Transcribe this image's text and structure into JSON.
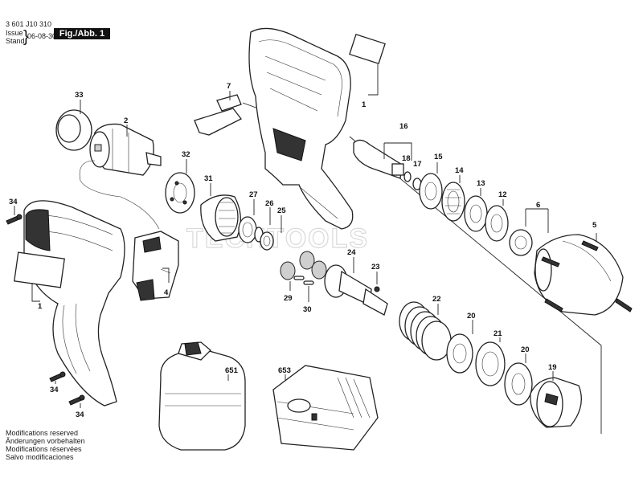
{
  "header": {
    "doc_number": "3 601 J10 310",
    "issue_label": "Issue",
    "stand_label": "Stand",
    "date": "06-08-30",
    "figure_label": "Fig./Abb. 1"
  },
  "watermark": "TECHTOOLS",
  "footer": {
    "lines": [
      "Modifications reserved",
      "Änderungen vorbehalten",
      "Modifications réservées",
      "Salvo modificaciones"
    ]
  },
  "part_numbers": {
    "p1_housing_right": "1",
    "p1_housing_left": "1",
    "p2": "2",
    "p4": "4",
    "p5": "5",
    "p6": "6",
    "p7": "7",
    "p12": "12",
    "p13": "13",
    "p14": "14",
    "p15": "15",
    "p16": "16",
    "p17": "17",
    "p18": "18",
    "p19": "19",
    "p20a": "20",
    "p20b": "20",
    "p21": "21",
    "p22": "22",
    "p23": "23",
    "p24": "24",
    "p25": "25",
    "p26": "26",
    "p27": "27",
    "p29": "29",
    "p30": "30",
    "p31": "31",
    "p32": "32",
    "p33": "33",
    "p34a": "34",
    "p34b": "34",
    "p34c": "34",
    "p651": "651",
    "p653": "653"
  }
}
